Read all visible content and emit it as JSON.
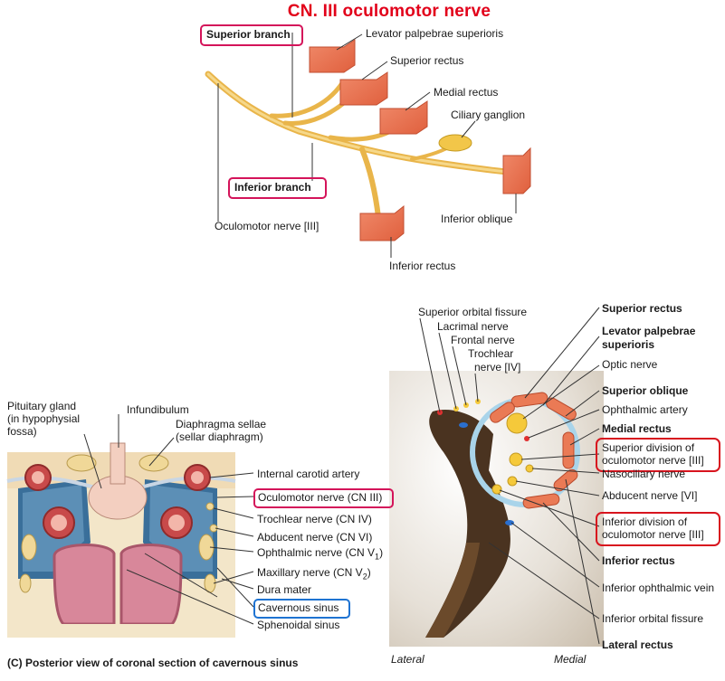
{
  "top_diagram": {
    "title": "CN. III oculomotor nerve",
    "labels": {
      "superior_branch": "Superior branch",
      "levator": "Levator palpebrae superioris",
      "superior_rectus": "Superior rectus",
      "medial_rectus": "Medial rectus",
      "ciliary_ganglion": "Ciliary ganglion",
      "inferior_branch": "Inferior branch",
      "oculomotor_nerve": "Oculomotor nerve [III]",
      "inferior_oblique": "Inferior oblique",
      "inferior_rectus": "Inferior rectus"
    }
  },
  "left_diagram": {
    "caption": "(C) Posterior view of coronal section of cavernous sinus",
    "labels": {
      "pituitary_1": "Pituitary gland",
      "pituitary_2": "(in hypophysial",
      "pituitary_3": "fossa)",
      "infundibulum": "Infundibulum",
      "diaphragma_1": "Diaphragma sellae",
      "diaphragma_2": "(sellar diaphragm)",
      "internal_carotid": "Internal carotid artery",
      "oculomotor": "Oculomotor nerve (CN III)",
      "trochlear": "Trochlear nerve (CN IV)",
      "abducent": "Abducent nerve (CN VI)",
      "ophthalmic": "Ophthalmic nerve (CN V",
      "ophthalmic_sub": "1",
      "maxillary": "Maxillary nerve (CN V",
      "maxillary_sub": "2",
      "dura": "Dura mater",
      "cavernous": "Cavernous sinus",
      "sphenoidal": "Sphenoidal sinus"
    }
  },
  "right_diagram": {
    "labels": {
      "sup_orbital_fissure": "Superior orbital fissure",
      "lacrimal": "Lacrimal nerve",
      "frontal": "Frontal nerve",
      "trochlear_1": "Trochlear",
      "trochlear_2": "nerve [IV]",
      "superior_rectus": "Superior rectus",
      "levator_1": "Levator palpebrae",
      "levator_2": "superioris",
      "optic": "Optic nerve",
      "superior_oblique": "Superior oblique",
      "ophthalmic_artery": "Ophthalmic artery",
      "medial_rectus": "Medial rectus",
      "sup_division_1": "Superior division of",
      "sup_division_2": "oculomotor nerve [III]",
      "nasociliary": "Nasociliary nerve",
      "abducent": "Abducent nerve [VI]",
      "inf_division_1": "Inferior division of",
      "inf_division_2": "oculomotor nerve [III]",
      "inferior_rectus": "Inferior rectus",
      "inf_ophthalmic_vein": "Inferior ophthalmic vein",
      "inf_orbital_fissure": "Inferior orbital fissure",
      "lateral_rectus": "Lateral rectus",
      "lateral": "Lateral",
      "medial": "Medial"
    }
  },
  "colors": {
    "title": "#e2001a",
    "nerve": "#e9b54a",
    "muscle": "#e8714e",
    "pink_box": "#d4145a",
    "red_box": "#d8141e",
    "blue_box": "#1e73d2"
  }
}
